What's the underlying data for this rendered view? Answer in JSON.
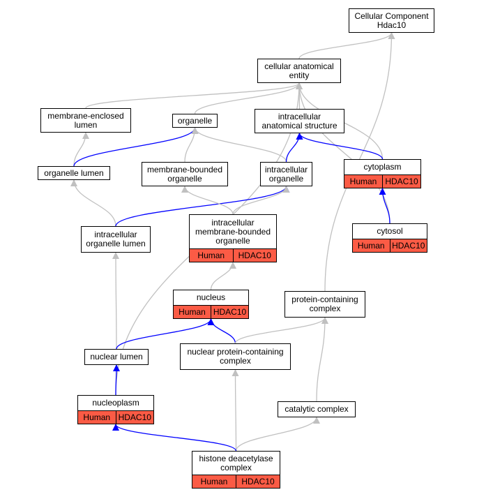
{
  "colors": {
    "edge_is_a": "#c0c0c0",
    "edge_part_of": "#0000ff",
    "annotation": "#fb5b45"
  },
  "nodes": {
    "cellular_component": {
      "label": "Cellular Component\nHdac10"
    },
    "cellular_anatomical_entity": {
      "label": "cellular anatomical\nentity"
    },
    "membrane_enclosed_lumen": {
      "label": "membrane-enclosed\nlumen"
    },
    "organelle": {
      "label": "organelle"
    },
    "intracellular_anatomical_structure": {
      "label": "intracellular\nanatomical structure"
    },
    "organelle_lumen": {
      "label": "organelle lumen"
    },
    "membrane_bounded_organelle": {
      "label": "membrane-bounded\norganelle"
    },
    "intracellular_organelle": {
      "label": "intracellular\norganelle"
    },
    "cytoplasm": {
      "label": "cytoplasm",
      "species": "Human",
      "gene": "HDAC10"
    },
    "intracellular_organelle_lumen": {
      "label": "intracellular\norganelle lumen"
    },
    "intracellular_membrane_bounded_organelle": {
      "label": "intracellular\nmembrane-bounded\norganelle",
      "species": "Human",
      "gene": "HDAC10"
    },
    "cytosol": {
      "label": "cytosol",
      "species": "Human",
      "gene": "HDAC10"
    },
    "nucleus": {
      "label": "nucleus",
      "species": "Human",
      "gene": "HDAC10"
    },
    "protein_containing_complex": {
      "label": "protein-containing\ncomplex"
    },
    "nuclear_lumen": {
      "label": "nuclear lumen"
    },
    "nuclear_protein_containing_complex": {
      "label": "nuclear protein-containing\ncomplex"
    },
    "nucleoplasm": {
      "label": "nucleoplasm",
      "species": "Human",
      "gene": "HDAC10"
    },
    "catalytic_complex": {
      "label": "catalytic complex"
    },
    "histone_deacetylase_complex": {
      "label": "histone deacetylase\ncomplex",
      "species": "Human",
      "gene": "HDAC10"
    }
  },
  "edges": [
    {
      "from": "cellular_anatomical_entity",
      "to": "cellular_component",
      "type": "is_a"
    },
    {
      "from": "protein_containing_complex",
      "to": "cellular_component",
      "type": "is_a"
    },
    {
      "from": "membrane_enclosed_lumen",
      "to": "cellular_anatomical_entity",
      "type": "is_a"
    },
    {
      "from": "organelle",
      "to": "cellular_anatomical_entity",
      "type": "is_a"
    },
    {
      "from": "intracellular_anatomical_structure",
      "to": "cellular_anatomical_entity",
      "type": "is_a"
    },
    {
      "from": "cytoplasm",
      "to": "cellular_anatomical_entity",
      "type": "is_a"
    },
    {
      "from": "cytosol",
      "to": "cellular_anatomical_entity",
      "type": "is_a"
    },
    {
      "from": "nucleoplasm",
      "to": "cellular_anatomical_entity",
      "type": "is_a"
    },
    {
      "from": "organelle_lumen",
      "to": "membrane_enclosed_lumen",
      "type": "is_a"
    },
    {
      "from": "organelle_lumen",
      "to": "organelle",
      "type": "part_of"
    },
    {
      "from": "membrane_bounded_organelle",
      "to": "organelle",
      "type": "is_a"
    },
    {
      "from": "intracellular_organelle",
      "to": "organelle",
      "type": "is_a"
    },
    {
      "from": "intracellular_organelle",
      "to": "intracellular_anatomical_structure",
      "type": "part_of"
    },
    {
      "from": "cytoplasm",
      "to": "intracellular_anatomical_structure",
      "type": "part_of"
    },
    {
      "from": "cytosol",
      "to": "cytoplasm",
      "type": "part_of"
    },
    {
      "from": "intracellular_organelle_lumen",
      "to": "organelle_lumen",
      "type": "is_a"
    },
    {
      "from": "intracellular_organelle_lumen",
      "to": "intracellular_organelle",
      "type": "part_of"
    },
    {
      "from": "intracellular_membrane_bounded_organelle",
      "to": "membrane_bounded_organelle",
      "type": "is_a"
    },
    {
      "from": "intracellular_membrane_bounded_organelle",
      "to": "intracellular_organelle",
      "type": "is_a"
    },
    {
      "from": "nucleus",
      "to": "intracellular_membrane_bounded_organelle",
      "type": "is_a"
    },
    {
      "from": "nuclear_lumen",
      "to": "intracellular_organelle_lumen",
      "type": "is_a"
    },
    {
      "from": "nuclear_lumen",
      "to": "nucleus",
      "type": "part_of"
    },
    {
      "from": "nuclear_protein_containing_complex",
      "to": "nucleus",
      "type": "part_of"
    },
    {
      "from": "nuclear_protein_containing_complex",
      "to": "protein_containing_complex",
      "type": "is_a"
    },
    {
      "from": "catalytic_complex",
      "to": "protein_containing_complex",
      "type": "is_a"
    },
    {
      "from": "nucleoplasm",
      "to": "nuclear_lumen",
      "type": "part_of"
    },
    {
      "from": "histone_deacetylase_complex",
      "to": "nuclear_protein_containing_complex",
      "type": "is_a"
    },
    {
      "from": "histone_deacetylase_complex",
      "to": "catalytic_complex",
      "type": "is_a"
    },
    {
      "from": "histone_deacetylase_complex",
      "to": "nucleoplasm",
      "type": "part_of"
    }
  ]
}
